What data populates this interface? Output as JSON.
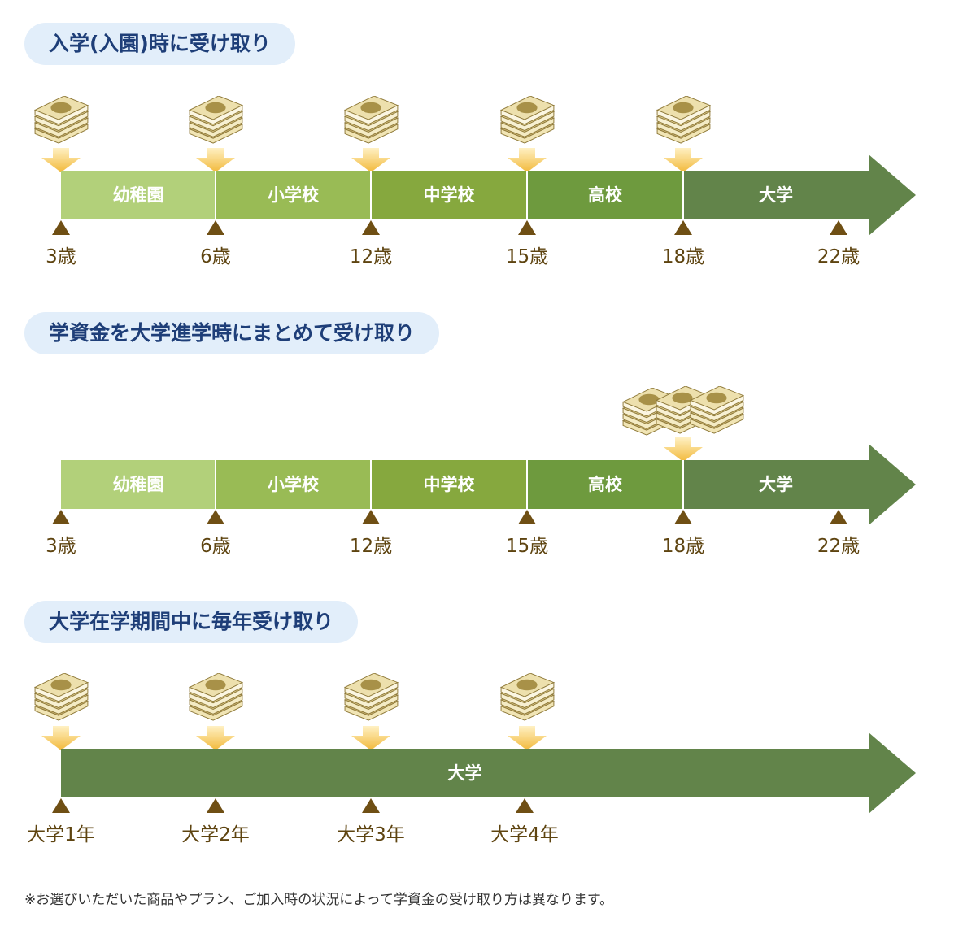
{
  "sections": [
    {
      "title": "入学(入園)時に受け取り",
      "segments": [
        "幼稚園",
        "小学校",
        "中学校",
        "高校",
        "大学"
      ],
      "ticks": [
        "3歳",
        "6歳",
        "12歳",
        "15歳",
        "18歳",
        "22歳"
      ]
    },
    {
      "title": "学資金を大学進学時にまとめて受け取り",
      "segments": [
        "幼稚園",
        "小学校",
        "中学校",
        "高校",
        "大学"
      ],
      "ticks": [
        "3歳",
        "6歳",
        "12歳",
        "15歳",
        "18歳",
        "22歳"
      ]
    },
    {
      "title": "大学在学期間中に毎年受け取り",
      "segments": [
        "大学"
      ],
      "ticks": [
        "大学1年",
        "大学2年",
        "大学3年",
        "大学4年"
      ]
    }
  ],
  "colors": {
    "seg1": "#b2d07a",
    "seg2": "#99bb55",
    "seg3": "#86a83e",
    "seg4": "#6e9a3e",
    "seg5": "#62844a",
    "tick_marker": "#6f4f14",
    "tick_label": "#5e4410",
    "title_bg": "#e2eefa",
    "title_text": "#1e3e78",
    "drop_arrow": "#f3c04a"
  },
  "icons": {
    "payout": "money-stack-icon",
    "payout_marker": "down-arrow-icon",
    "age_marker": "triangle-marker-icon"
  },
  "footnote": "※お選びいただいた商品やプラン、ご加入時の状況によって学資金の受け取り方は異なります。"
}
